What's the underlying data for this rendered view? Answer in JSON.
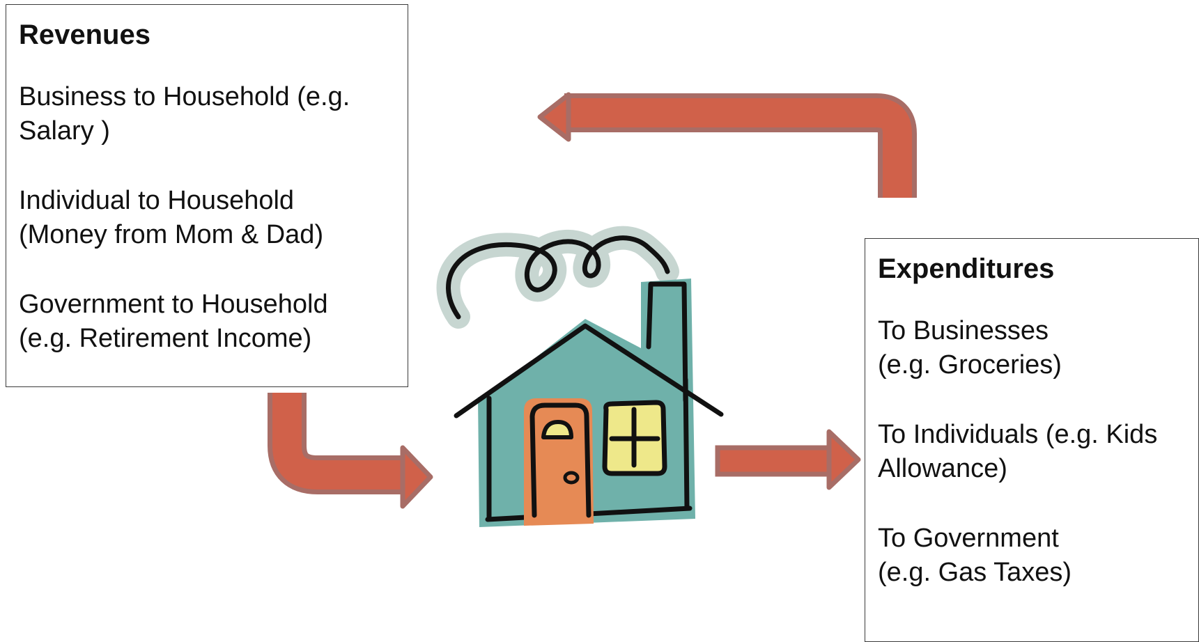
{
  "revenues": {
    "title": "Revenues",
    "items": [
      "Business to Household (e.g. Salary )",
      "Individual to Household (Money from Mom & Dad)",
      "Government to Household (e.g. Retirement Income)"
    ]
  },
  "expenditures": {
    "title": "Expenditures",
    "items": [
      "To Businesses (e.g. Groceries)",
      "To Individuals (e.g. Kids Allowance)",
      "To Government (e.g. Gas Taxes)"
    ]
  },
  "colors": {
    "arrow_fill": "#d0614a",
    "arrow_outline": "#a86d66",
    "house_body": "#6fb1aa",
    "door": "#e68a55",
    "window": "#eee88a",
    "smoke_halo": "#c7d6d1",
    "ink": "#111111"
  },
  "icons": {
    "house": "house-icon",
    "arrows": [
      "arrow-revenues-to-house",
      "arrow-house-to-expenditures",
      "arrow-return-loop"
    ]
  }
}
